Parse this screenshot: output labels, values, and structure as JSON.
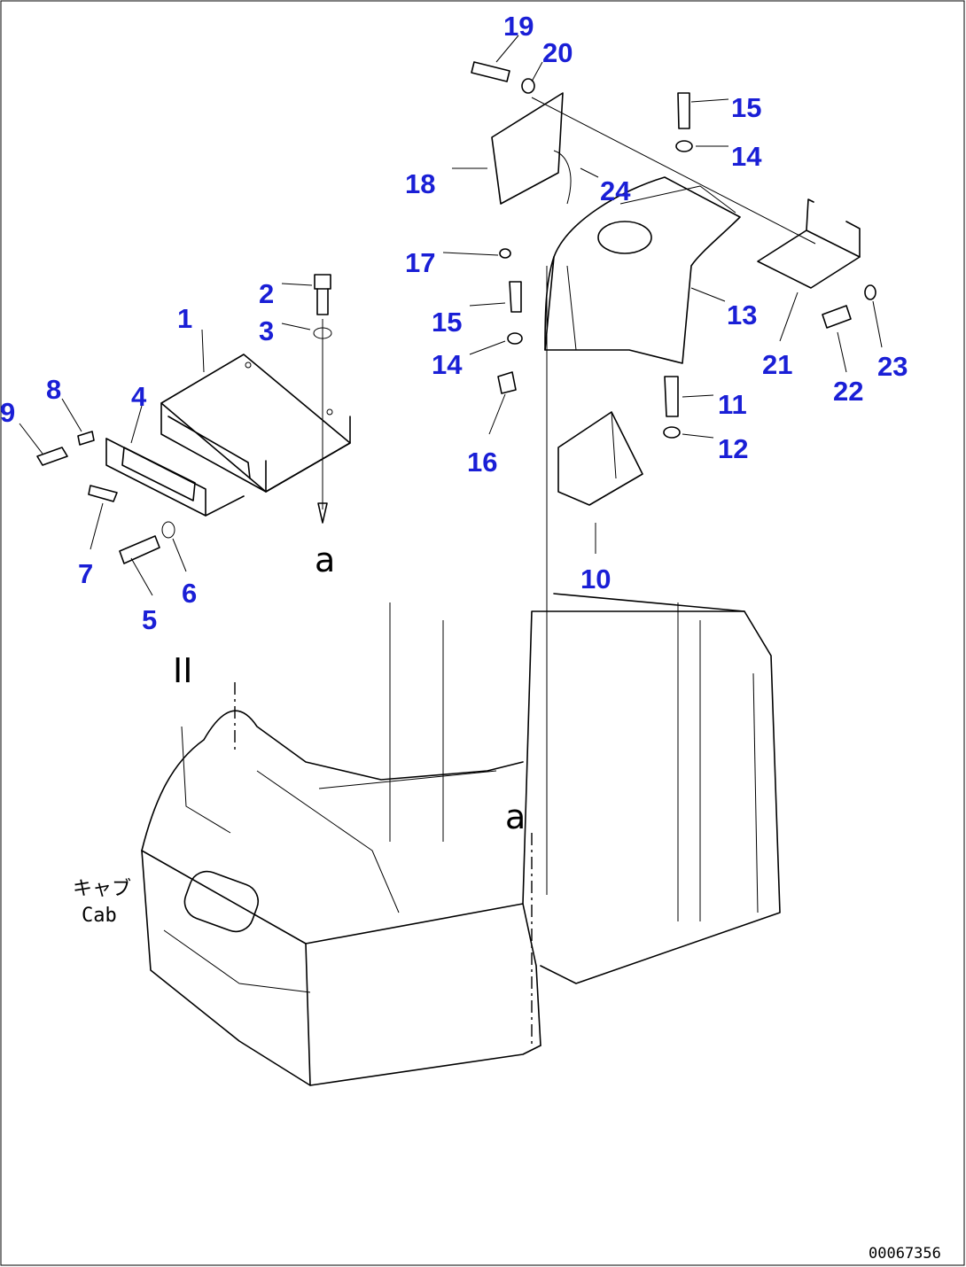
{
  "callouts": [
    "1",
    "2",
    "3",
    "4",
    "5",
    "6",
    "7",
    "8",
    "9",
    "10",
    "11",
    "12",
    "13",
    "14",
    "14",
    "15",
    "15",
    "16",
    "17",
    "18",
    "19",
    "20",
    "21",
    "22",
    "23",
    "24"
  ],
  "reference_marks": [
    "a",
    "a"
  ],
  "cab_label": {
    "japanese": "キャブ",
    "english": "Cab"
  },
  "drawing_code": "00067356",
  "label_color": "#1a1fd6"
}
